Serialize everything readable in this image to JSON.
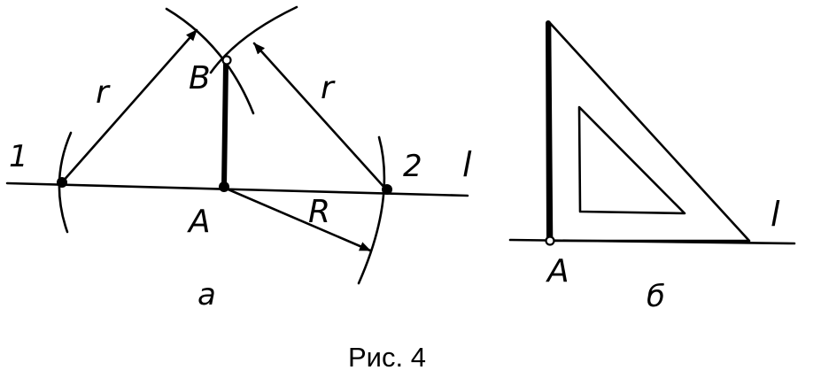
{
  "figure_a": {
    "point_1": "1",
    "point_2": "2",
    "point_A": "A",
    "point_B": "B",
    "radius_r_left": "r",
    "radius_r_right": "r",
    "radius_R": "R",
    "line_l": "l",
    "sublabel": "а"
  },
  "figure_b": {
    "point_A": "A",
    "line_l": "l",
    "sublabel": "б"
  },
  "caption": "Рис. 4"
}
